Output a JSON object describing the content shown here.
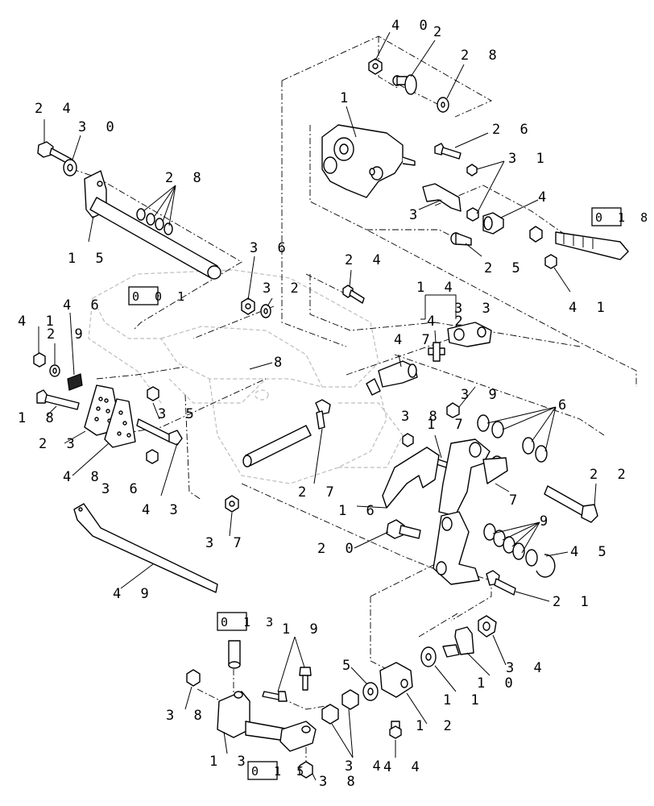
{
  "diagram": {
    "callouts": {
      "c40": "4 0",
      "c2": "2",
      "c28a": "2 8",
      "c24a": "2 4",
      "c30": "3 0",
      "c1": "1",
      "c26": "2 6",
      "c31": "3 1",
      "c28b": "2 8",
      "c4": "4",
      "c3": "3",
      "c15": "1 5",
      "c25": "2 5",
      "c41a": "4 1",
      "c36a": "3 6",
      "c32": "3 2",
      "c24b": "2 4",
      "c46": "4 6",
      "c14": "1 4",
      "c41b": "4 1",
      "c29": "2 9",
      "c33": "3 3",
      "c42": "4 2",
      "c47": "4 7",
      "c8": "8",
      "c18": "1 8",
      "c35": "3 5",
      "c39": "3 9",
      "c6": "6",
      "c23": "2 3",
      "c38a": "3 8",
      "c17": "1 7",
      "c22": "2 2",
      "c48": "4 8",
      "c27": "2 7",
      "c7": "7",
      "c43": "4 3",
      "c36b": "3 6",
      "c16": "1 6",
      "c37": "3 7",
      "c9": "9",
      "c20": "2 0",
      "c45": "4 5",
      "c49": "4 9",
      "c21": "2 1",
      "c19": "1 9",
      "c34a": "3 4",
      "c5": "5",
      "c11": "1 1",
      "c10": "1 0",
      "c38b": "3 8",
      "c12": "1 2",
      "c13": "1 3",
      "c34b": "3 4",
      "c44": "4 4",
      "c38c": "3 8"
    },
    "references": {
      "r018": "0 1 8",
      "r001": "0 0 1",
      "r013": "0 1 3",
      "r015": "0 1 5"
    }
  }
}
